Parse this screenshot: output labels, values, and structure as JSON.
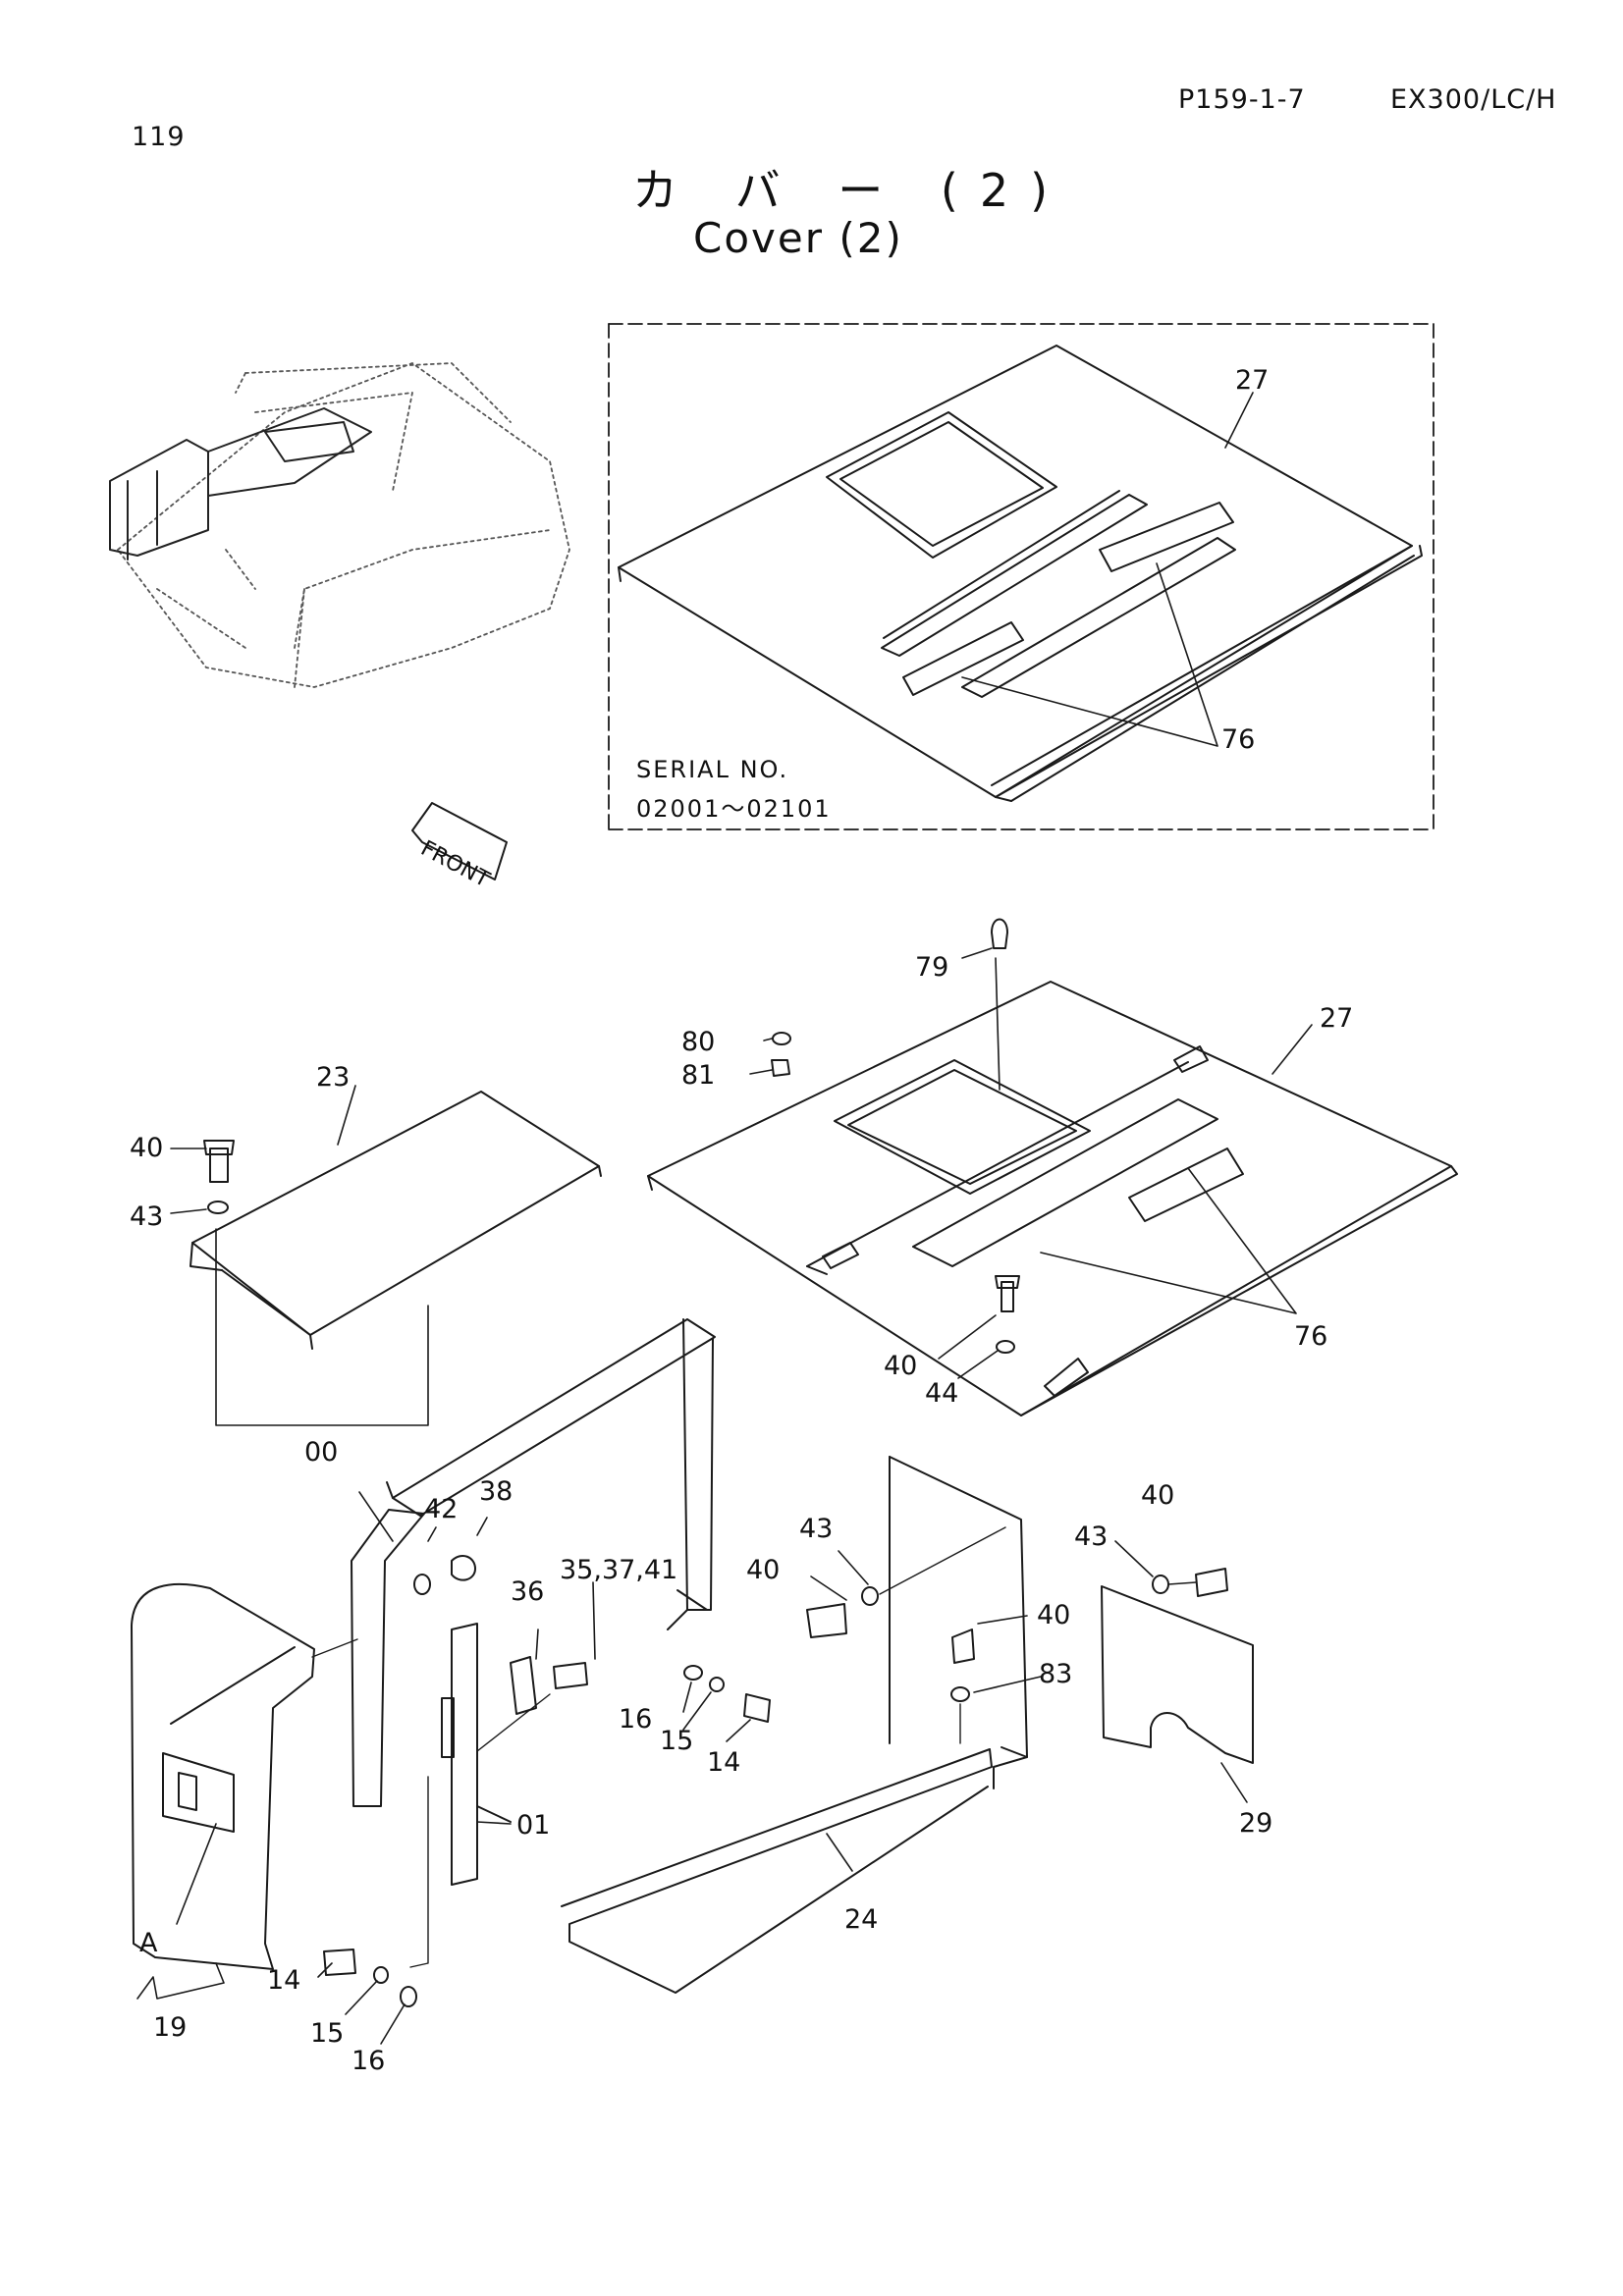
{
  "header": {
    "page_number": "119",
    "part_code": "P159-1-7",
    "model": "EX300/LC/H"
  },
  "title": {
    "japanese": "カ バ ー (2)",
    "english": "Cover (2)"
  },
  "inset": {
    "serial_label": "SERIAL NO.",
    "serial_range": "02001～02101",
    "front_label": "FRONT"
  },
  "callouts": {
    "c27_top": "27",
    "c76_top": "76",
    "c79": "79",
    "c80": "80",
    "c81": "81",
    "c27_mid": "27",
    "c23": "23",
    "c40_a": "40",
    "c43_a": "43",
    "c76_mid": "76",
    "c40_b": "40",
    "c44": "44",
    "c00": "00",
    "c42": "42",
    "c38": "38",
    "c35_37_41": "35,37,41",
    "c36": "36",
    "c43_b": "43",
    "c40_c": "40",
    "c40_d": "40",
    "c43_c": "43",
    "c40_e": "40",
    "c83": "83",
    "c16_a": "16",
    "c15_a": "15",
    "c14_a": "14",
    "c01": "01",
    "c29": "29",
    "c24": "24",
    "cA": "A",
    "c14_b": "14",
    "c15_b": "15",
    "c16_b": "16",
    "c19": "19"
  }
}
